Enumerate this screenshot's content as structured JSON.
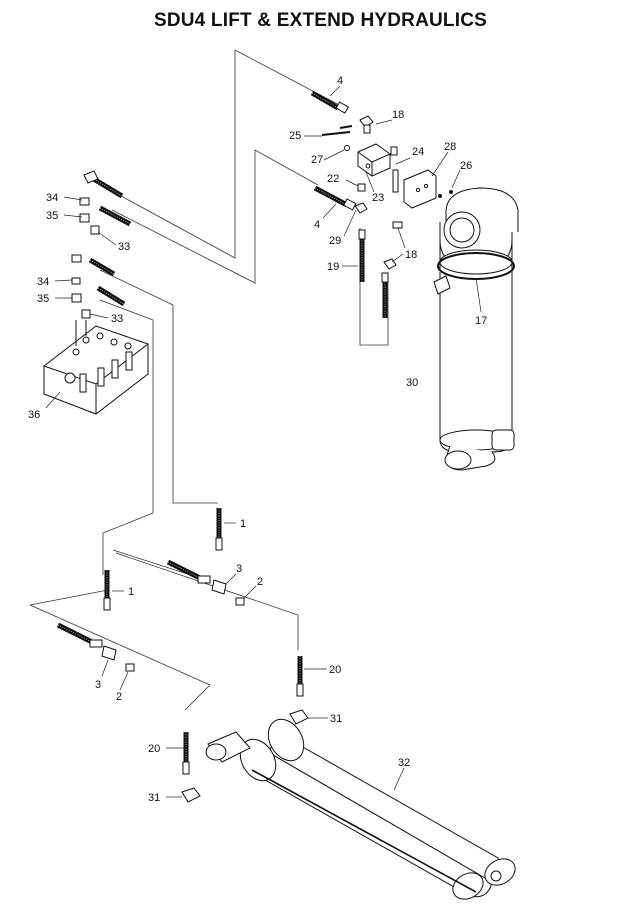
{
  "title": "SDU4 LIFT & EXTEND HYDRAULICS",
  "callouts": {
    "c4a": "4",
    "c18a": "18",
    "c25": "25",
    "c27": "27",
    "c24": "24",
    "c28": "28",
    "c26": "26",
    "c22": "22",
    "c23": "23",
    "c4b": "4",
    "c29": "29",
    "c18b": "18",
    "c19": "19",
    "c17": "17",
    "c30": "30",
    "c34a": "34",
    "c35a": "35",
    "c33a": "33",
    "c34b": "34",
    "c35b": "35",
    "c33b": "33",
    "c36": "36",
    "c1a": "1",
    "c3a": "3",
    "c2a": "2",
    "c1b": "1",
    "c3b": "3",
    "c2b": "2",
    "c20a": "20",
    "c31a": "31",
    "c20b": "20",
    "c31b": "31",
    "c32": "32"
  }
}
